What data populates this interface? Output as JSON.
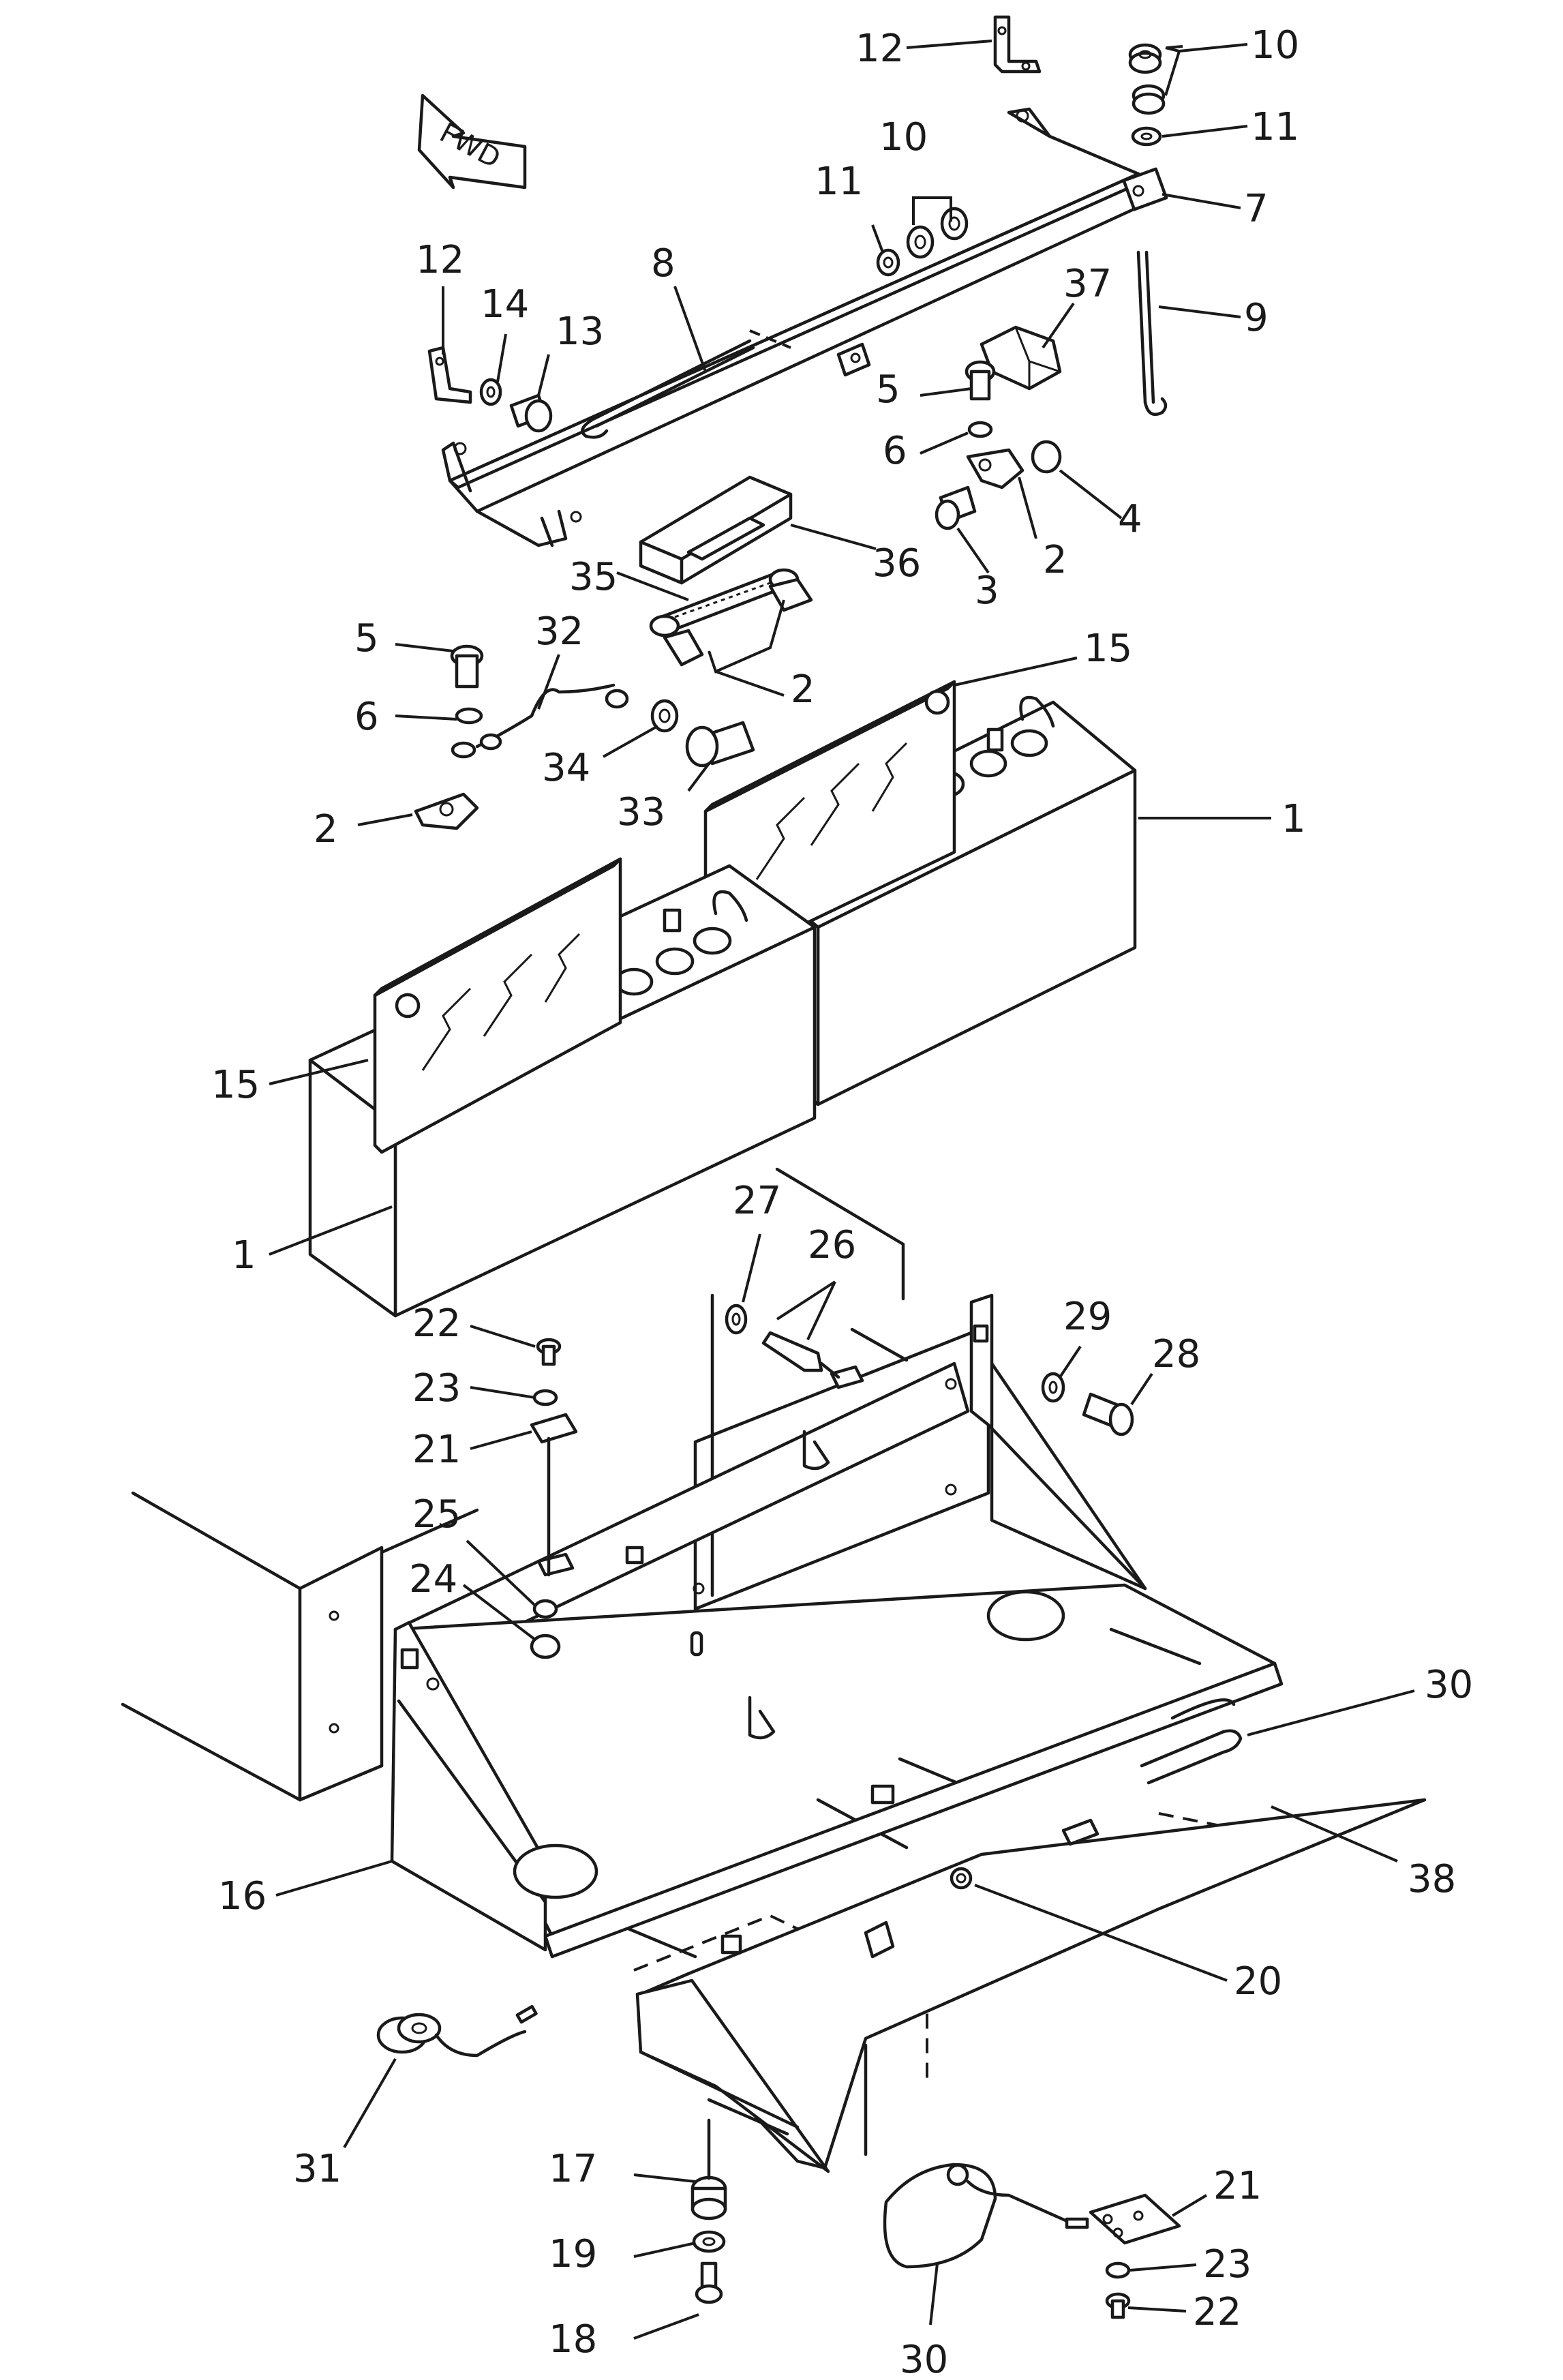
{
  "direction_label": "FWD",
  "callouts": [
    {
      "num": "12"
    },
    {
      "num": "10"
    },
    {
      "num": "11"
    },
    {
      "num": "10"
    },
    {
      "num": "11"
    },
    {
      "num": "7"
    },
    {
      "num": "8"
    },
    {
      "num": "12"
    },
    {
      "num": "14"
    },
    {
      "num": "13"
    },
    {
      "num": "37"
    },
    {
      "num": "9"
    },
    {
      "num": "5"
    },
    {
      "num": "6"
    },
    {
      "num": "4"
    },
    {
      "num": "2"
    },
    {
      "num": "3"
    },
    {
      "num": "36"
    },
    {
      "num": "35"
    },
    {
      "num": "2"
    },
    {
      "num": "15"
    },
    {
      "num": "5"
    },
    {
      "num": "32"
    },
    {
      "num": "6"
    },
    {
      "num": "34"
    },
    {
      "num": "33"
    },
    {
      "num": "2"
    },
    {
      "num": "1"
    },
    {
      "num": "15"
    },
    {
      "num": "1"
    },
    {
      "num": "27"
    },
    {
      "num": "26"
    },
    {
      "num": "22"
    },
    {
      "num": "29"
    },
    {
      "num": "28"
    },
    {
      "num": "23"
    },
    {
      "num": "21"
    },
    {
      "num": "25"
    },
    {
      "num": "24"
    },
    {
      "num": "30"
    },
    {
      "num": "16"
    },
    {
      "num": "38"
    },
    {
      "num": "20"
    },
    {
      "num": "31"
    },
    {
      "num": "17"
    },
    {
      "num": "21"
    },
    {
      "num": "19"
    },
    {
      "num": "23"
    },
    {
      "num": "18"
    },
    {
      "num": "22"
    },
    {
      "num": "30"
    }
  ]
}
